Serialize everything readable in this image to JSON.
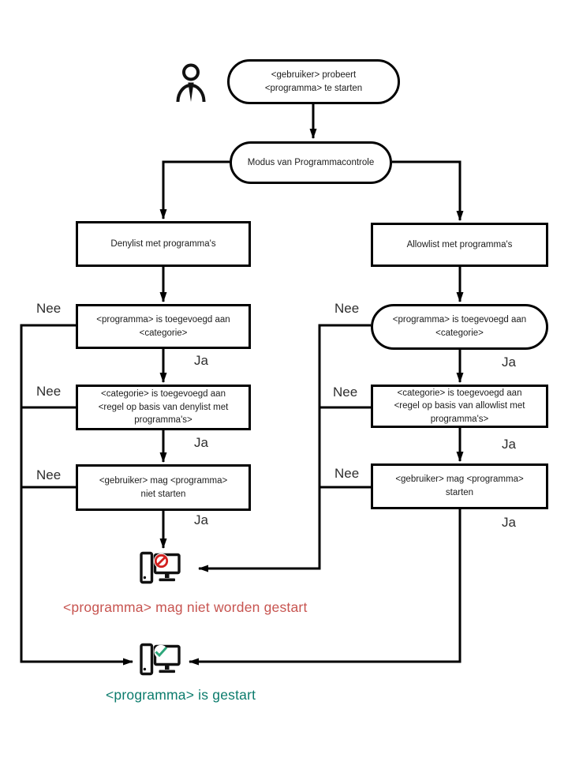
{
  "colors": {
    "line": "#000000",
    "label": "#2e2e2e",
    "denied": "#c75450",
    "allowed": "#0b7b6c",
    "badge-red": "#d2201f",
    "badge-green": "#2ea77b"
  },
  "start": {
    "text": "<gebruiker> probeert <programma> te starten"
  },
  "mode": {
    "text": "Modus van Programmacontrole"
  },
  "left_branch": {
    "header": "Denylist met programma's",
    "steps": [
      {
        "text": "<programma> is toegevoegd aan <categorie>",
        "no": "Nee",
        "yes": "Ja"
      },
      {
        "text": "<categorie> is toegevoegd aan <regel op basis van denylist met programma's>",
        "no": "Nee",
        "yes": "Ja"
      },
      {
        "text": "<gebruiker> mag <programma> niet starten",
        "no": "Nee",
        "yes": "Ja"
      }
    ]
  },
  "right_branch": {
    "header": "Allowlist met programma's",
    "steps": [
      {
        "text": "<programma> is toegevoegd aan <categorie>",
        "no": "Nee",
        "yes": "Ja"
      },
      {
        "text": "<categorie> is toegevoegd aan <regel op basis van allowlist met programma's>",
        "no": "Nee",
        "yes": "Ja"
      },
      {
        "text": "<gebruiker> mag <programma> starten",
        "no": "Nee",
        "yes": "Ja"
      }
    ]
  },
  "outcomes": {
    "denied": {
      "text": "<programma> mag niet worden gestart"
    },
    "allowed": {
      "text": "<programma> is gestart"
    }
  },
  "icons": {
    "user": "user-icon",
    "denied": "computer-blocked-icon",
    "allowed": "computer-started-icon"
  }
}
